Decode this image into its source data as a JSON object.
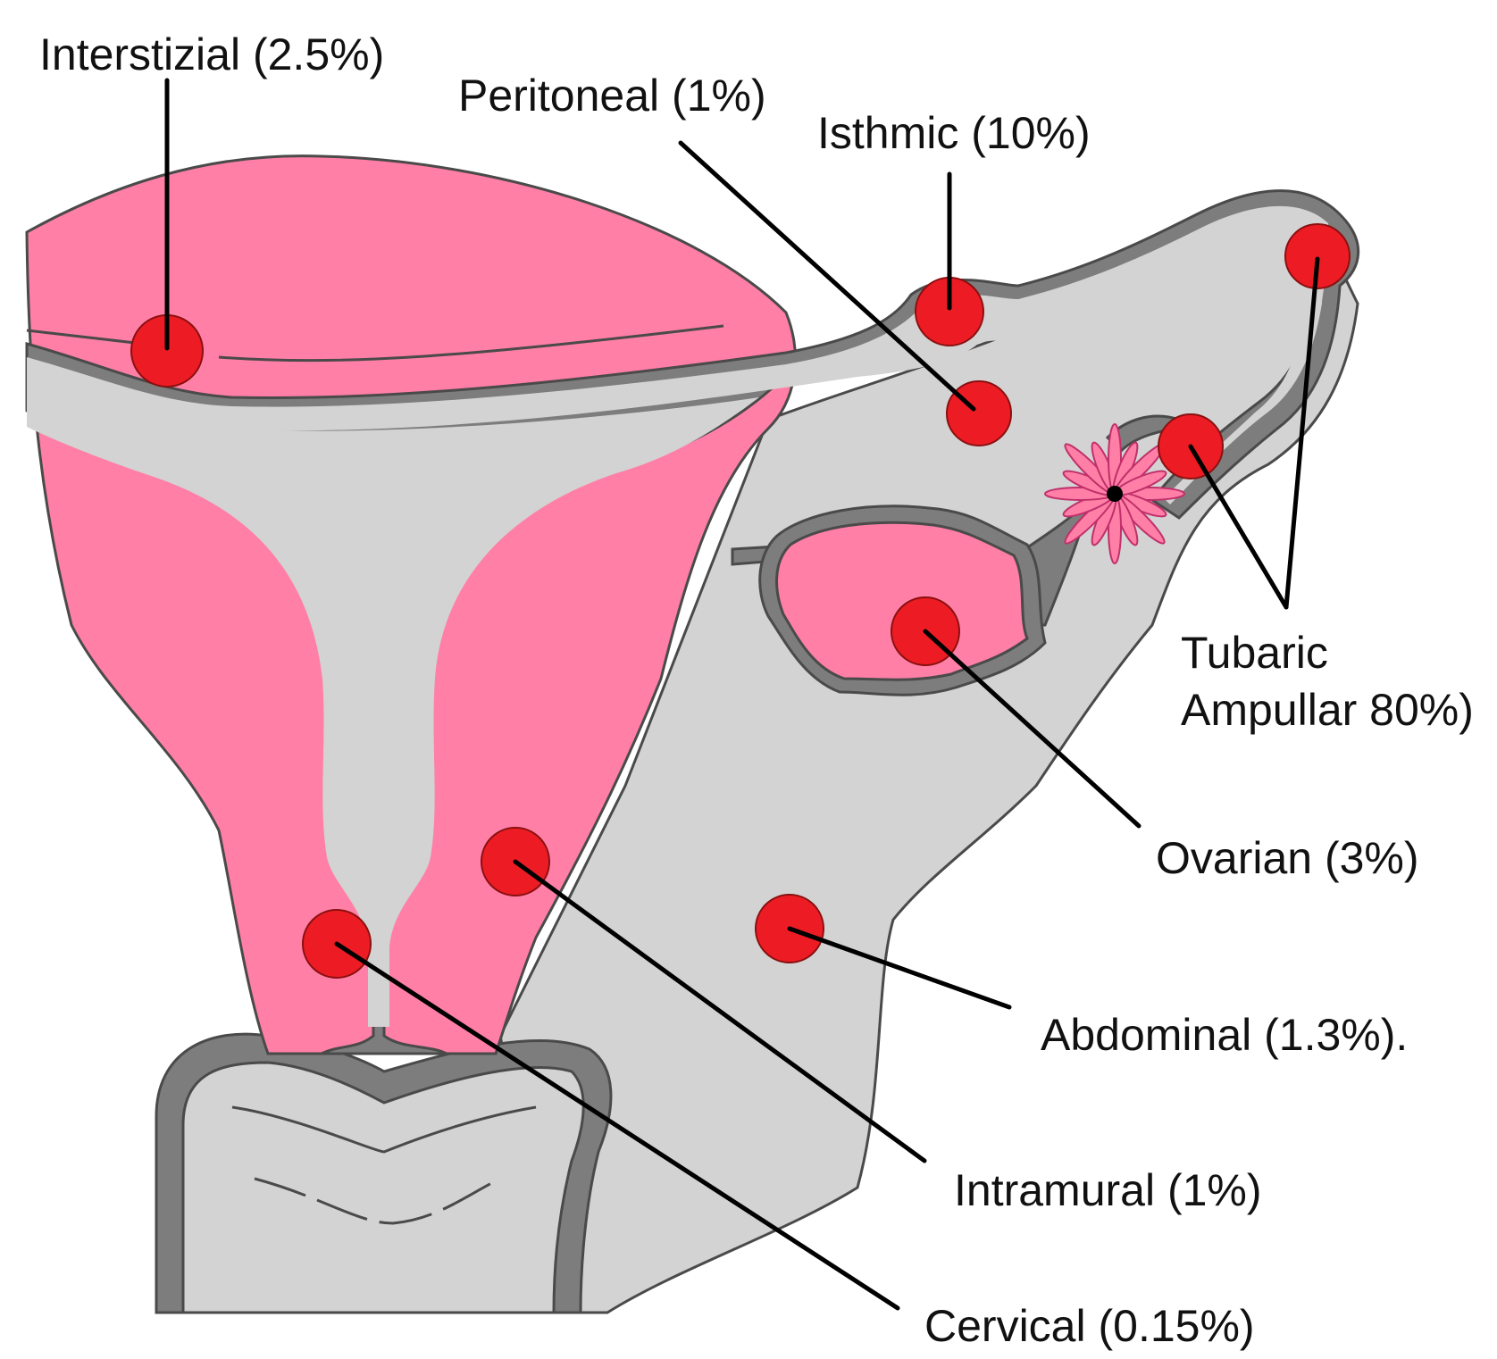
{
  "colors": {
    "myometrium": "#ff7fa7",
    "cavity": "#d3d3d3",
    "wall": "#7d7d7d",
    "outline": "#4a4a4a",
    "site": "#ed1c24",
    "leader": "#000000",
    "text": "#111111"
  },
  "labels": {
    "interstitial": "Interstizial (2.5%)",
    "peritoneal": "Peritoneal (1%)",
    "isthmic": "Isthmic (10%)",
    "tubaric_line1": "Tubaric",
    "tubaric_line2": "Ampullar 80%)",
    "ovarian": "Ovarian (3%)",
    "abdominal": "Abdominal (1.3%).",
    "intramural": "Intramural (1%)",
    "cervical": "Cervical (0.15%)"
  }
}
